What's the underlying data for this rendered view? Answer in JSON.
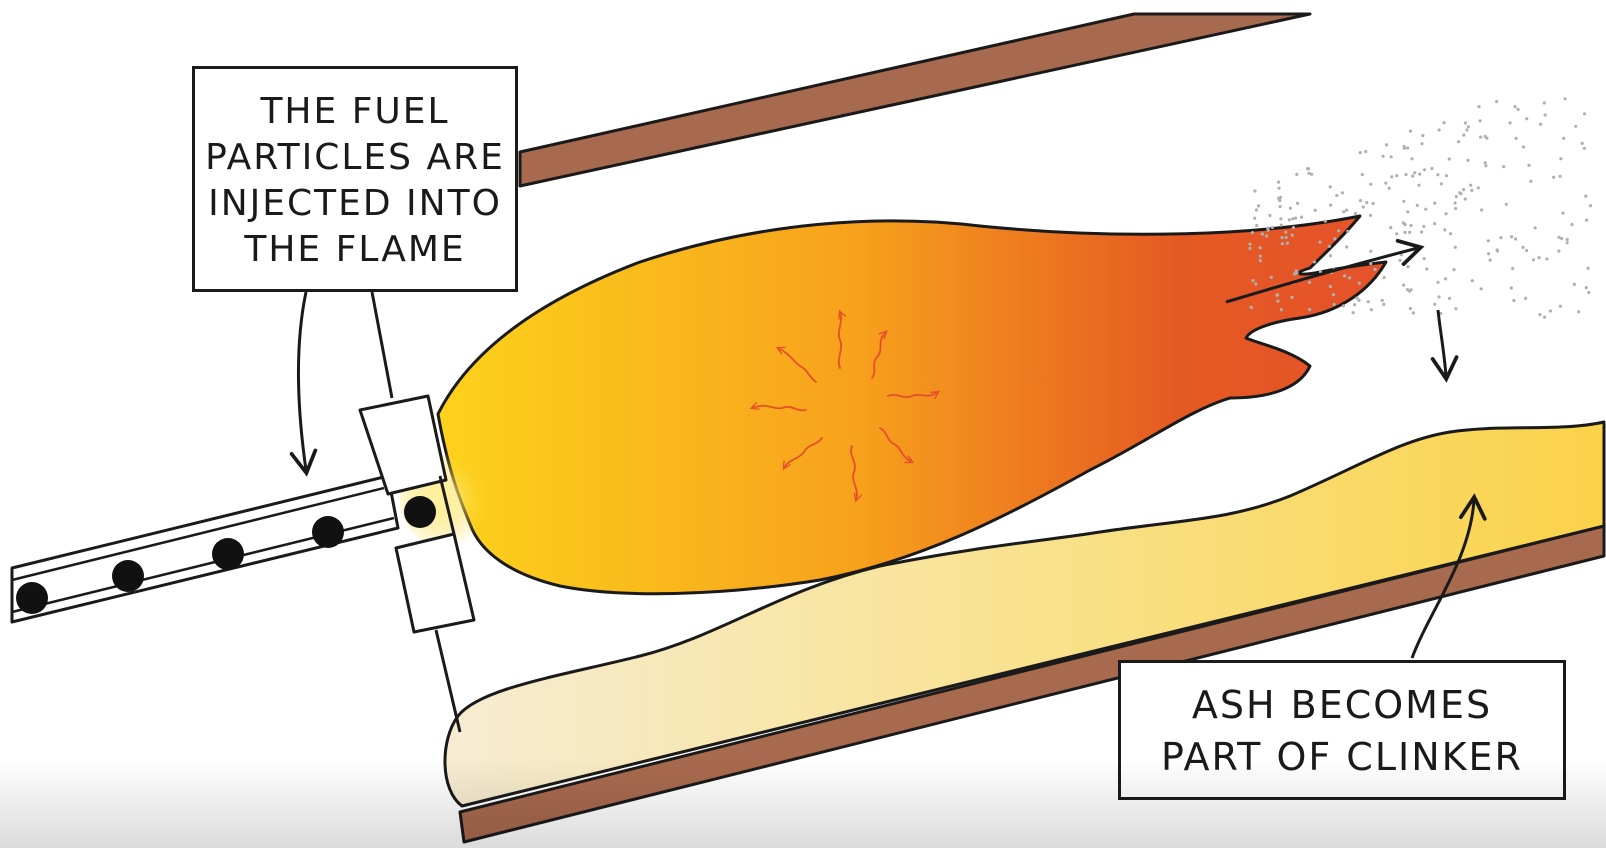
{
  "labels": {
    "fuel_callout": [
      "THE FUEL",
      "PARTICLES ARE",
      "INJECTED INTO",
      "THE FLAME"
    ],
    "ash_callout": [
      "ASH BECOMES",
      "PART OF CLINKER"
    ]
  },
  "colors": {
    "kiln_wall": "#a86a4e",
    "outline": "#1a1a1a",
    "flame_yellow": "#fdd21c",
    "flame_orange": "#f7a21c",
    "flame_red": "#e55a22",
    "heat_arrow": "#e5502a",
    "clinker_light": "#f7ecd3",
    "clinker_yellow": "#fbd85a",
    "fuel_particle": "#111111",
    "ash_dots": "#b0b0b0"
  },
  "icons": {
    "fuel_particle": "black-dot",
    "flow_arrow": "hand-drawn-arrow"
  }
}
